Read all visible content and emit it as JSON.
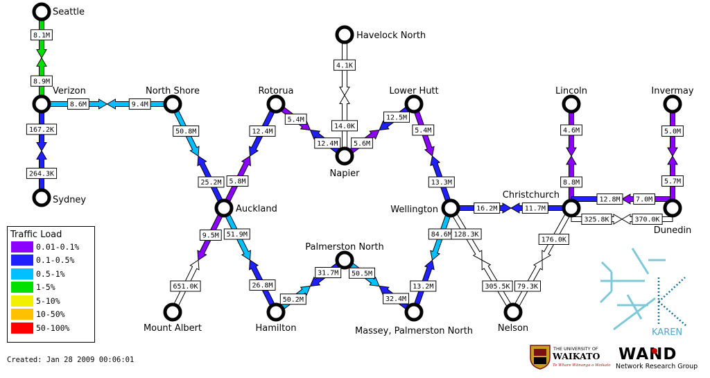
{
  "legend": {
    "title": "Traffic Load",
    "items": [
      {
        "label": "0.01-0.1%",
        "color": "#8c00ff"
      },
      {
        "label": "0.1-0.5%",
        "color": "#2020ff"
      },
      {
        "label": "0.5-1%",
        "color": "#00c0ff"
      },
      {
        "label": "1-5%",
        "color": "#00e000"
      },
      {
        "label": "5-10%",
        "color": "#f0f000"
      },
      {
        "label": "10-50%",
        "color": "#ffc000"
      },
      {
        "label": "50-100%",
        "color": "#ff0000"
      }
    ]
  },
  "created": "Created: Jan 28 2009 00:06:01",
  "nodes": {
    "seattle": "Seattle",
    "verizon": "Verizon",
    "sydney": "Sydney",
    "north_shore": "North Shore",
    "auckland": "Auckland",
    "mount_albert": "Mount Albert",
    "hamilton": "Hamilton",
    "rotorua": "Rotorua",
    "havelock_north": "Havelock North",
    "napier": "Napier",
    "lower_hutt": "Lower Hutt",
    "palmerston_north": "Palmerston North",
    "massey": "Massey, Palmerston North",
    "wellington": "Wellington",
    "nelson": "Nelson",
    "christchurch": "Christchurch",
    "lincoln": "Lincoln",
    "invermay": "Invermay",
    "dunedin": "Dunedin"
  },
  "links": [
    {
      "a": "8.1M",
      "b": "8.9M",
      "ca": "#00e000",
      "cb": "#00e000"
    },
    {
      "a": "167.2K",
      "b": "264.3K",
      "ca": "#2020ff",
      "cb": "#2020ff"
    },
    {
      "a": "8.6M",
      "b": "9.4M",
      "ca": "#00c0ff",
      "cb": "#00c0ff"
    },
    {
      "a": "50.8M",
      "b": "25.2M",
      "ca": "#00c0ff",
      "cb": "#2020ff"
    },
    {
      "a": "12.4M",
      "b": "5.8M",
      "ca": "#2020ff",
      "cb": "#8c00ff"
    },
    {
      "a": "5.4M",
      "b": "12.4M",
      "ca": "#8c00ff",
      "cb": "#2020ff"
    },
    {
      "a": "4.1K",
      "b": "14.0K",
      "ca": "#ffffff",
      "cb": "#ffffff"
    },
    {
      "a": "12.5M",
      "b": "5.6M",
      "ca": "#2020ff",
      "cb": "#8c00ff"
    },
    {
      "a": "5.4M",
      "b": "13.3M",
      "ca": "#8c00ff",
      "cb": "#2020ff"
    },
    {
      "a": "9.5M",
      "b": "651.0K",
      "ca": "#8c00ff",
      "cb": "#ffffff"
    },
    {
      "a": "51.9M",
      "b": "26.8M",
      "ca": "#00c0ff",
      "cb": "#2020ff"
    },
    {
      "a": "50.2M",
      "b": "31.7M",
      "ca": "#00c0ff",
      "cb": "#2020ff"
    },
    {
      "a": "50.5M",
      "b": "32.4M",
      "ca": "#00c0ff",
      "cb": "#2020ff"
    },
    {
      "a": "84.6M",
      "b": "13.2M",
      "ca": "#00c0ff",
      "cb": "#2020ff"
    },
    {
      "a": "128.3K",
      "b": "305.5K",
      "ca": "#ffffff",
      "cb": "#ffffff"
    },
    {
      "a": "16.2M",
      "b": "11.7M",
      "ca": "#2020ff",
      "cb": "#2020ff"
    },
    {
      "a": "176.0K",
      "b": "79.3K",
      "ca": "#ffffff",
      "cb": "#ffffff"
    },
    {
      "a": "4.6M",
      "b": "8.8M",
      "ca": "#8c00ff",
      "cb": "#8c00ff"
    },
    {
      "a": "12.8M",
      "b": "7.0M",
      "ca": "#2020ff",
      "cb": "#8c00ff"
    },
    {
      "a": "325.8K",
      "b": "370.0K",
      "ca": "#ffffff",
      "cb": "#ffffff"
    },
    {
      "a": "5.0M",
      "b": "5.7M",
      "ca": "#8c00ff",
      "cb": "#8c00ff"
    }
  ],
  "logos": {
    "karen": "KAREN",
    "waikato_line1": "THE UNIVERSITY OF",
    "waikato_line2": "WAIKATO",
    "waikato_line3": "Te Whare Wānanga o Waikato",
    "wand_name": "WAND",
    "wand_sub": "Network Research Group"
  }
}
